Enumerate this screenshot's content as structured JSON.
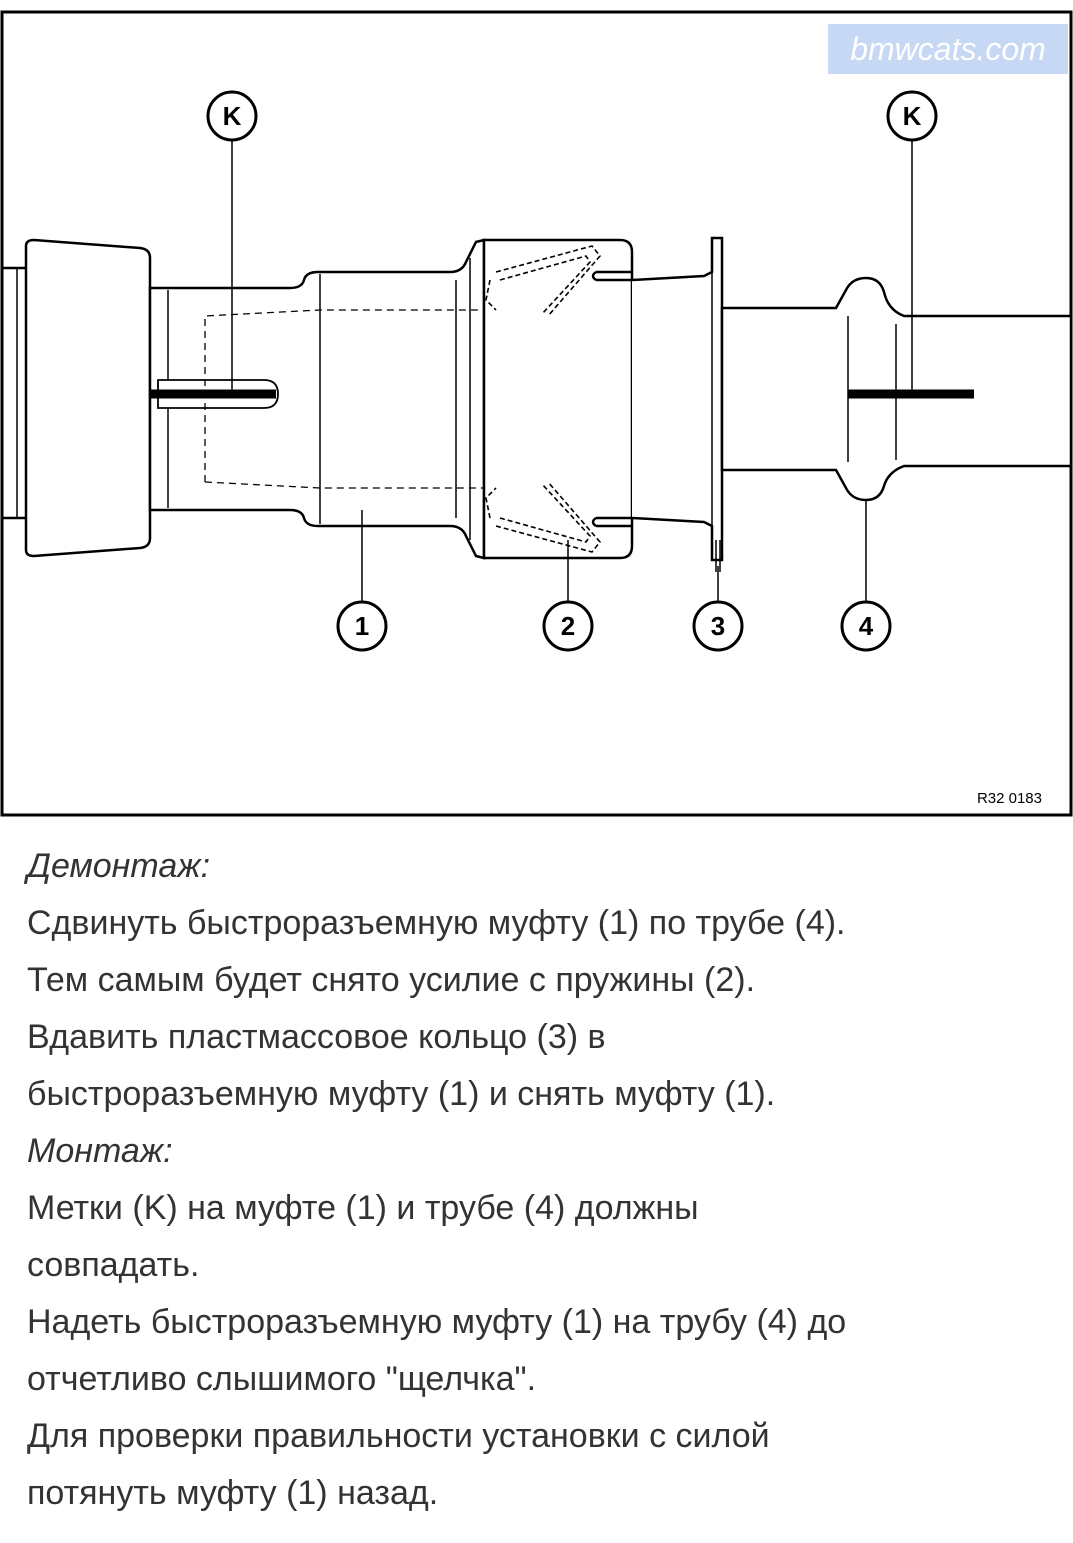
{
  "diagram": {
    "watermark": "bmwcats.com",
    "figure_id": "R32 0183",
    "callouts": {
      "mark_left": "K",
      "mark_right": "K",
      "part_1": "1",
      "part_2": "2",
      "part_3": "3",
      "part_4": "4"
    }
  },
  "instructions": {
    "removal_heading": "Демонтаж:",
    "removal_lines": [
      "Сдвинуть быстроразъемную муфту (1) по трубе (4).",
      "Тем самым будет снято усилие с пружины (2).",
      "Вдавить пластмассовое кольцо (3) в",
      "быстроразъемную муфту (1) и снять муфту (1)."
    ],
    "install_heading": "Монтаж:",
    "install_lines": [
      "Метки (K) на муфте (1) и трубе (4) должны",
      "совпадать.",
      "Надеть быстроразъемную муфту (1) на трубу (4) до",
      "отчетливо слышимого \"щелчка\".",
      "Для проверки правильности установки с силой",
      "потянуть муфту (1) назад."
    ]
  }
}
